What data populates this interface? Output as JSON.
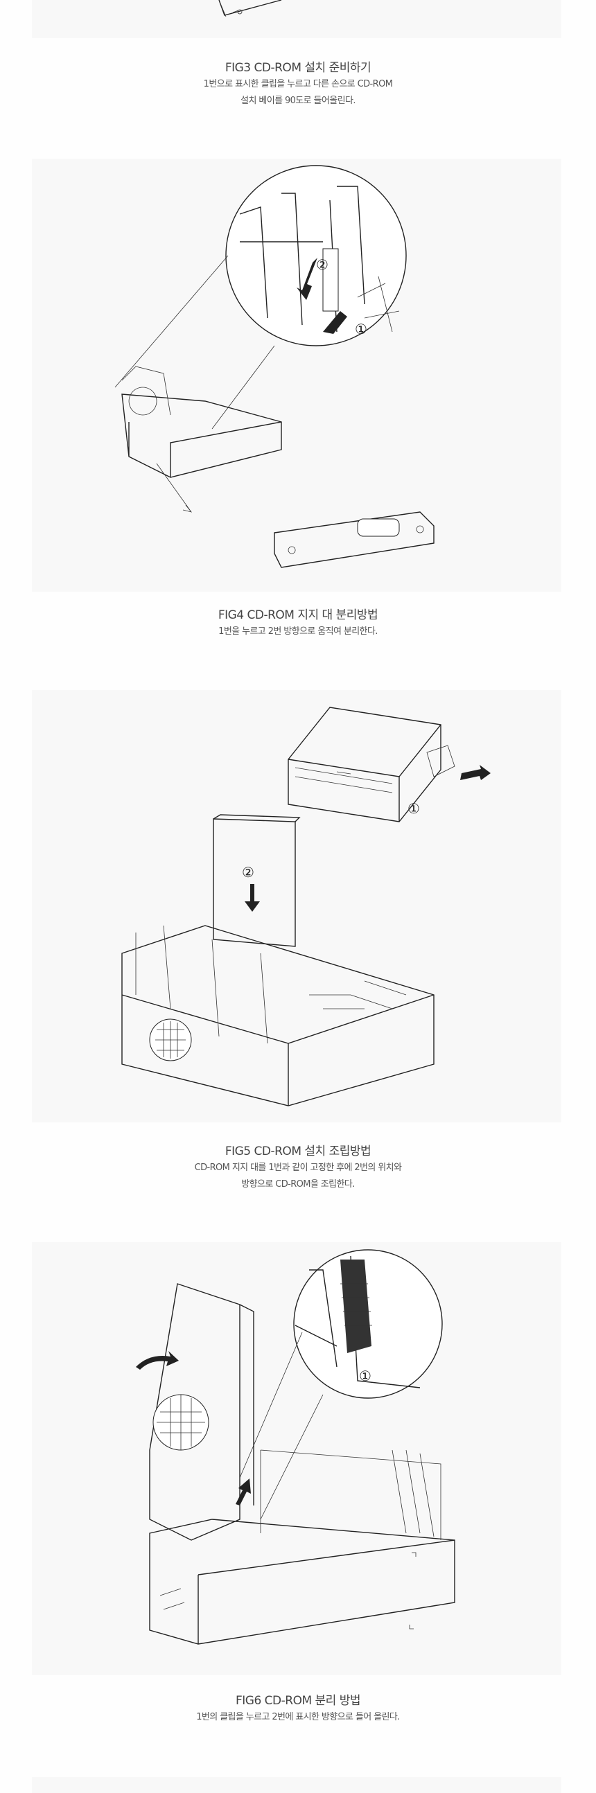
{
  "figures": [
    {
      "title": "FIG3 CD-ROM 설치 준비하기",
      "lines": [
        "1번으로 표시한 클립을 누르고 다른 손으로 CD-ROM",
        "설치 베이를 90도로 들어올린다."
      ]
    },
    {
      "title": "FIG4 CD-ROM 지지 대 분리방법",
      "lines": [
        "1번을 누르고 2번 방향으로 움직여 분리한다."
      ],
      "markers": [
        "①",
        "②"
      ]
    },
    {
      "title": "FIG5 CD-ROM 설치 조립방법",
      "lines": [
        "CD-ROM 지지 대를 1번과 같이 고정한 후에 2번의 위치와",
        "방향으로 CD-ROM을 조립한다."
      ],
      "markers": [
        "①",
        "②"
      ]
    },
    {
      "title": "FIG6 CD-ROM 분리 방법",
      "lines": [
        "1번의 클립을 누르고 2번에 표시한 방향으로 들어 올린다."
      ],
      "markers": [
        "①"
      ]
    }
  ]
}
